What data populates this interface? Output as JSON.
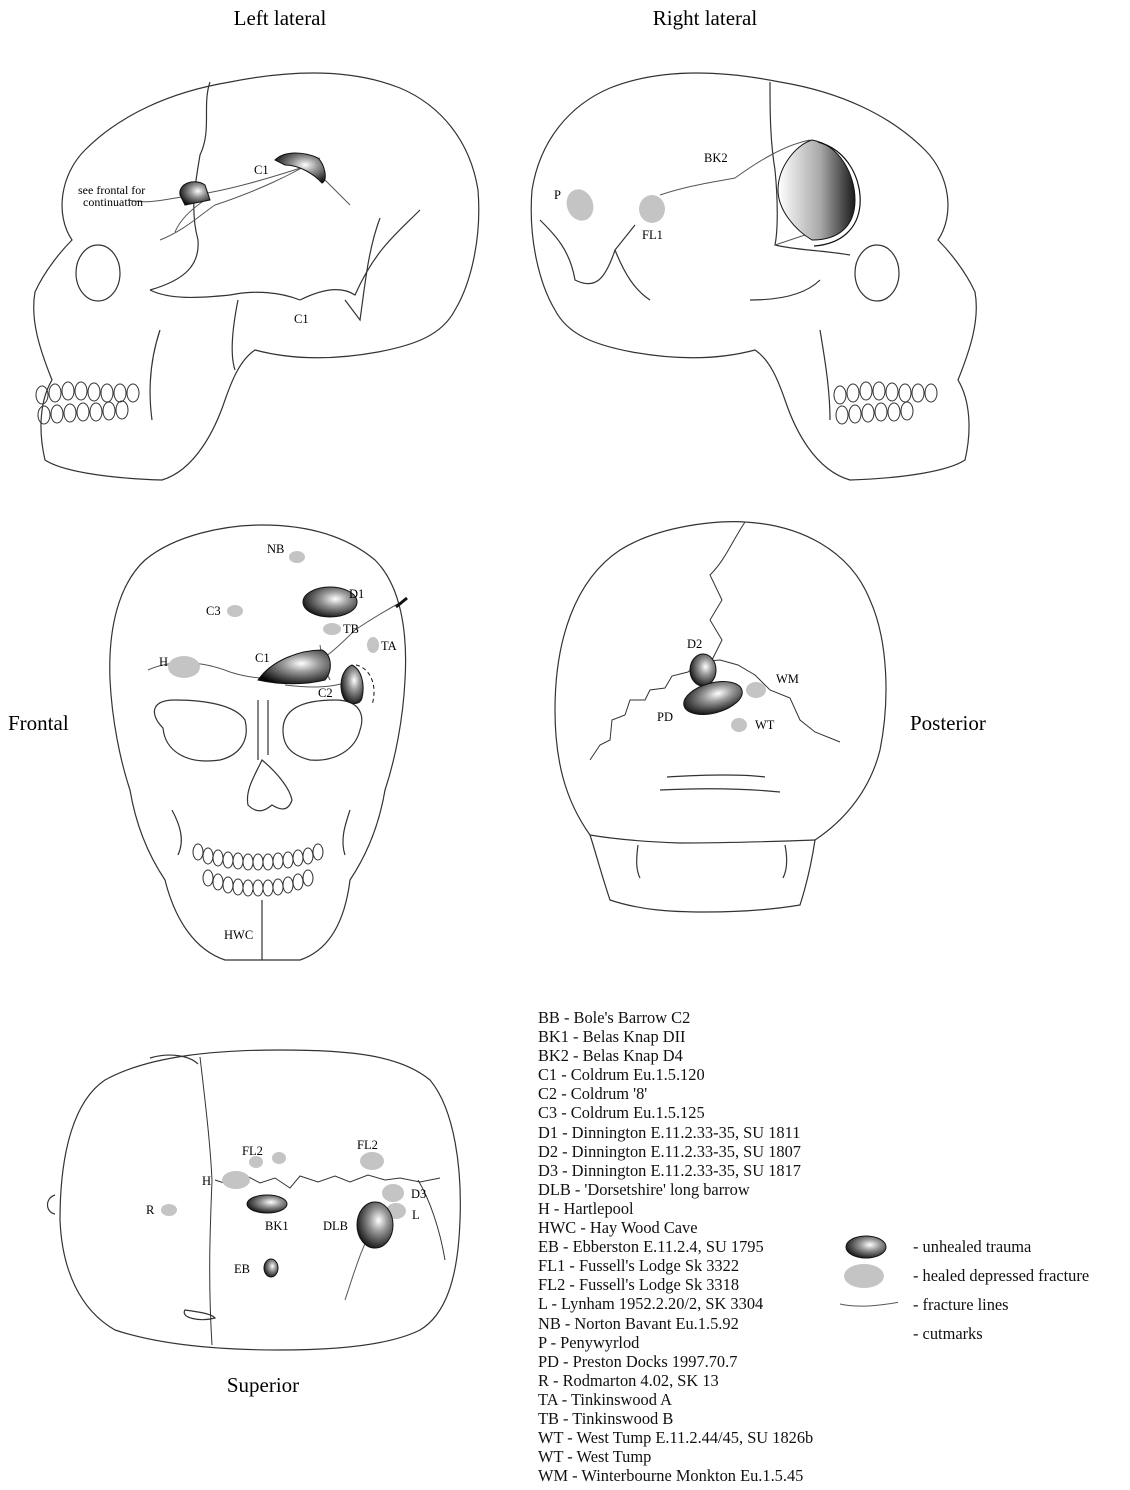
{
  "views": {
    "left_lateral": "Left lateral",
    "right_lateral": "Right lateral",
    "frontal": "Frontal",
    "posterior": "Posterior",
    "superior": "Superior"
  },
  "labels": {
    "ll_c1_top": "C1",
    "ll_c1_bottom": "C1",
    "ll_note_1": "see frontal for",
    "ll_note_2": "continuation",
    "rl_bk2": "BK2",
    "rl_p": "P",
    "rl_fl1": "FL1",
    "fr_nb": "NB",
    "fr_d1": "D1",
    "fr_c3": "C3",
    "fr_tb": "TB",
    "fr_ta": "TA",
    "fr_h": "H",
    "fr_c1": "C1",
    "fr_c2": "C2",
    "fr_hwc": "HWC",
    "po_d2": "D2",
    "po_wm": "WM",
    "po_pd": "PD",
    "po_wt": "WT",
    "su_fl2_a": "FL2",
    "su_fl2_b": "FL2",
    "su_h": "H",
    "su_d3": "D3",
    "su_r": "R",
    "su_bk1": "BK1",
    "su_dlb": "DLB",
    "su_l": "L",
    "su_eb": "EB"
  },
  "key": [
    "BB - Bole's Barrow C2",
    "BK1 - Belas Knap DII",
    "BK2 - Belas Knap D4",
    "C1 - Coldrum Eu.1.5.120",
    "C2 - Coldrum '8'",
    "C3 - Coldrum Eu.1.5.125",
    "D1 - Dinnington E.11.2.33-35, SU 1811",
    "D2 - Dinnington E.11.2.33-35, SU 1807",
    "D3 - Dinnington E.11.2.33-35, SU 1817",
    "DLB - 'Dorsetshire' long barrow",
    "H - Hartlepool",
    "HWC - Hay Wood Cave",
    "EB - Ebberston E.11.2.4, SU 1795",
    "FL1 - Fussell's Lodge Sk 3322",
    "FL2 - Fussell's Lodge Sk 3318",
    "L - Lynham 1952.2.20/2, SK 3304",
    "NB - Norton Bavant Eu.1.5.92",
    "P - Penywyrlod",
    "PD - Preston Docks 1997.70.7",
    "R - Rodmarton 4.02, SK 13",
    "TA - Tinkinswood A",
    "TB - Tinkinswood B",
    "WT - West Tump E.11.2.44/45, SU 1826b",
    "WT - West Tump",
    "WM - Winterbourne Monkton Eu.1.5.45"
  ],
  "legend": {
    "unhealed": "- unhealed trauma",
    "healed": "- healed depressed fracture",
    "fracture": "- fracture lines",
    "cutmarks": "- cutmarks"
  },
  "colors": {
    "healed_fill": "#c4c4c4",
    "outline": "#333333"
  }
}
